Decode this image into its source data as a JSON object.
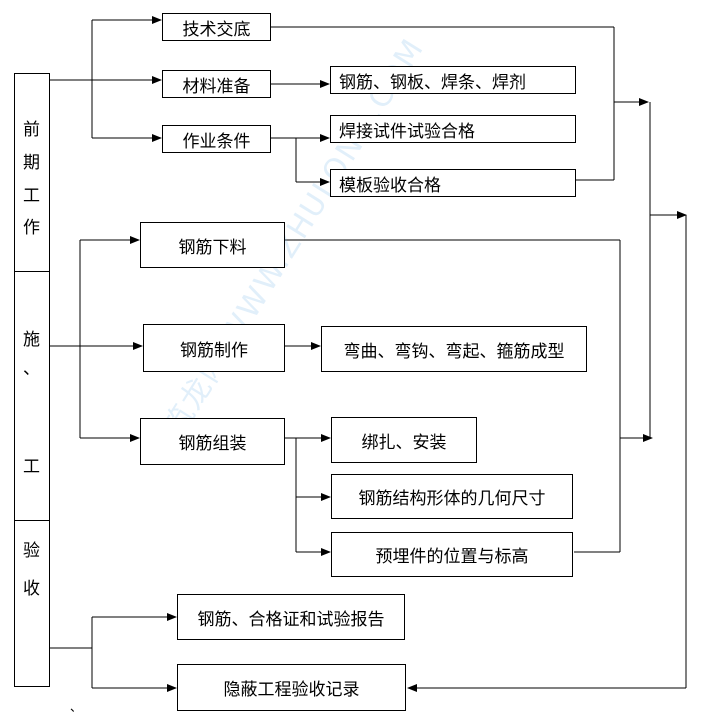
{
  "stages": {
    "pre": [
      "前",
      "期",
      "工",
      "作"
    ],
    "construction": [
      "施",
      "、",
      "工"
    ],
    "acceptance": [
      "验",
      "收"
    ]
  },
  "nodes": {
    "tech_brief": "技术交底",
    "material_prep": "材料准备",
    "work_conditions": "作业条件",
    "rebar_steel_weld_flux": "钢筋、钢板、焊条、焊剂",
    "weld_test_pass": "焊接试件试验合格",
    "formwork_pass": "模板验收合格",
    "rebar_cutting": "钢筋下料",
    "rebar_making": "钢筋制作",
    "bend_shapes": "弯曲、弯钩、弯起、箍筋成型",
    "rebar_assembly": "钢筋组装",
    "bind_install": "绑扎、安装",
    "geometry_size": "钢筋结构形体的几何尺寸",
    "embed_position": "预埋件的位置与标高",
    "certificates": "钢筋、合格证和试验报告",
    "concealed_record": "隐蔽工程验收记录"
  },
  "watermark": "筑龙网 WWW.ZHULONG.COM",
  "footnote_mark": "、"
}
